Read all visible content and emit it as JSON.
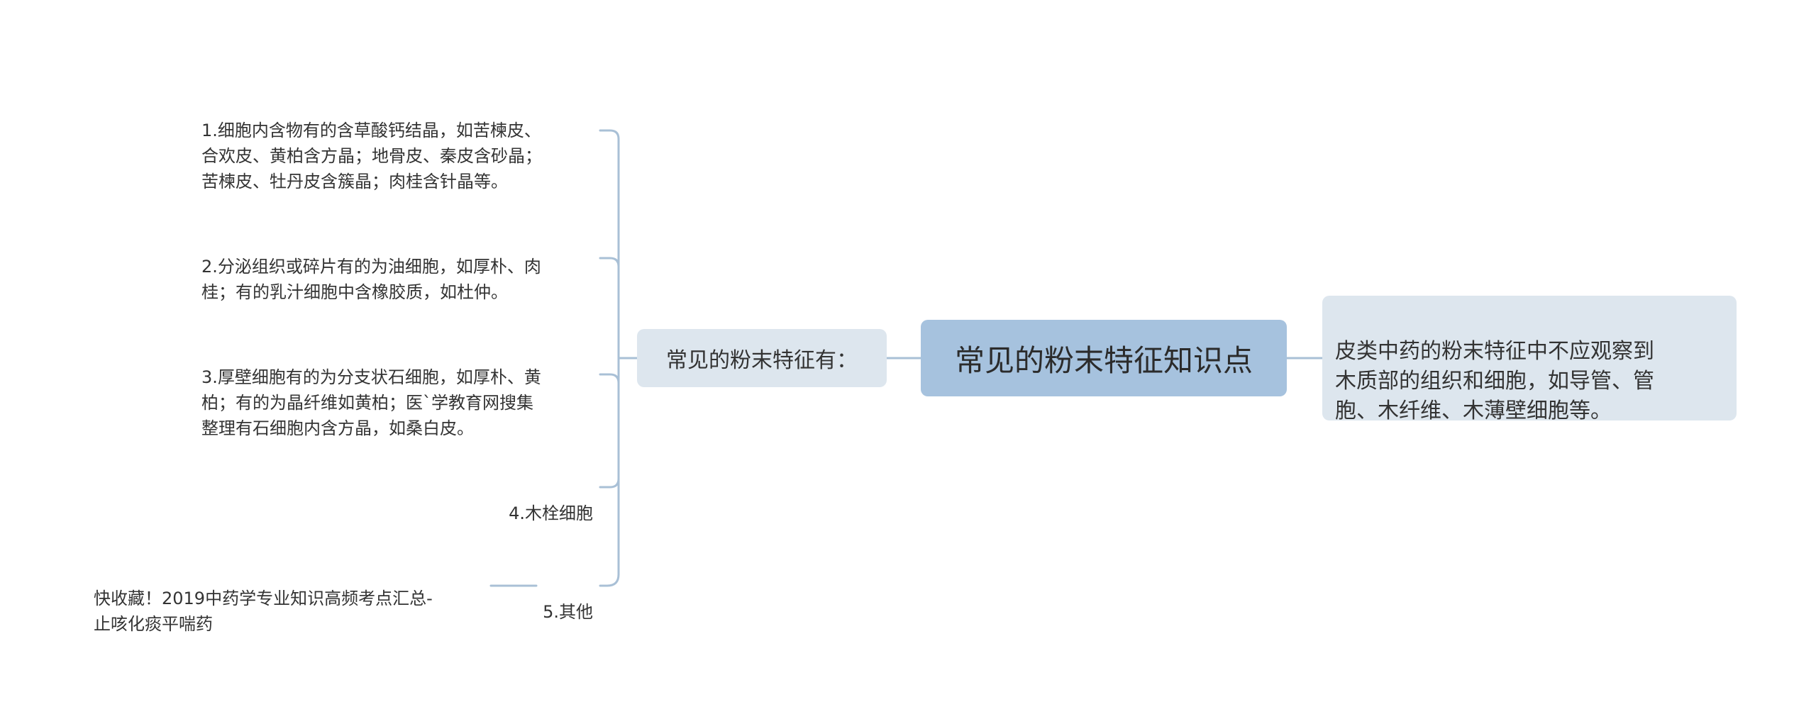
{
  "root": {
    "label": "常见的粉末特征知识点"
  },
  "left_branch": {
    "label": "常见的粉末特征有："
  },
  "right_note": {
    "text": "皮类中药的粉末特征中不应观察到\n木质部的组织和细胞，如导管、管\n胞、木纤维、木薄壁细胞等。"
  },
  "leaves": [
    {
      "text": "1.细胞内含物有的含草酸钙结晶，如苦楝皮、\n合欢皮、黄柏含方晶；地骨皮、秦皮含砂晶；\n苦楝皮、牡丹皮含簇晶；肉桂含针晶等。"
    },
    {
      "text": "2.分泌组织或碎片有的为油细胞，如厚朴、肉\n桂；有的乳汁细胞中含橡胶质，如杜仲。"
    },
    {
      "text": "3.厚壁细胞有的为分支状石细胞，如厚朴、黄\n柏；有的为晶纤维如黄柏；医`学教育网搜集\n整理有石细胞内含方晶，如桑白皮。"
    },
    {
      "text": "4.木栓细胞"
    },
    {
      "text": "5.其他"
    }
  ],
  "sub_leaf": {
    "text": "快收藏！2019中药学专业知识高频考点汇总-\n止咳化痰平喘药"
  },
  "colors": {
    "line": "#a9c0d6",
    "root_fill": "#a6c2de",
    "node_fill": "#dde6ee"
  }
}
